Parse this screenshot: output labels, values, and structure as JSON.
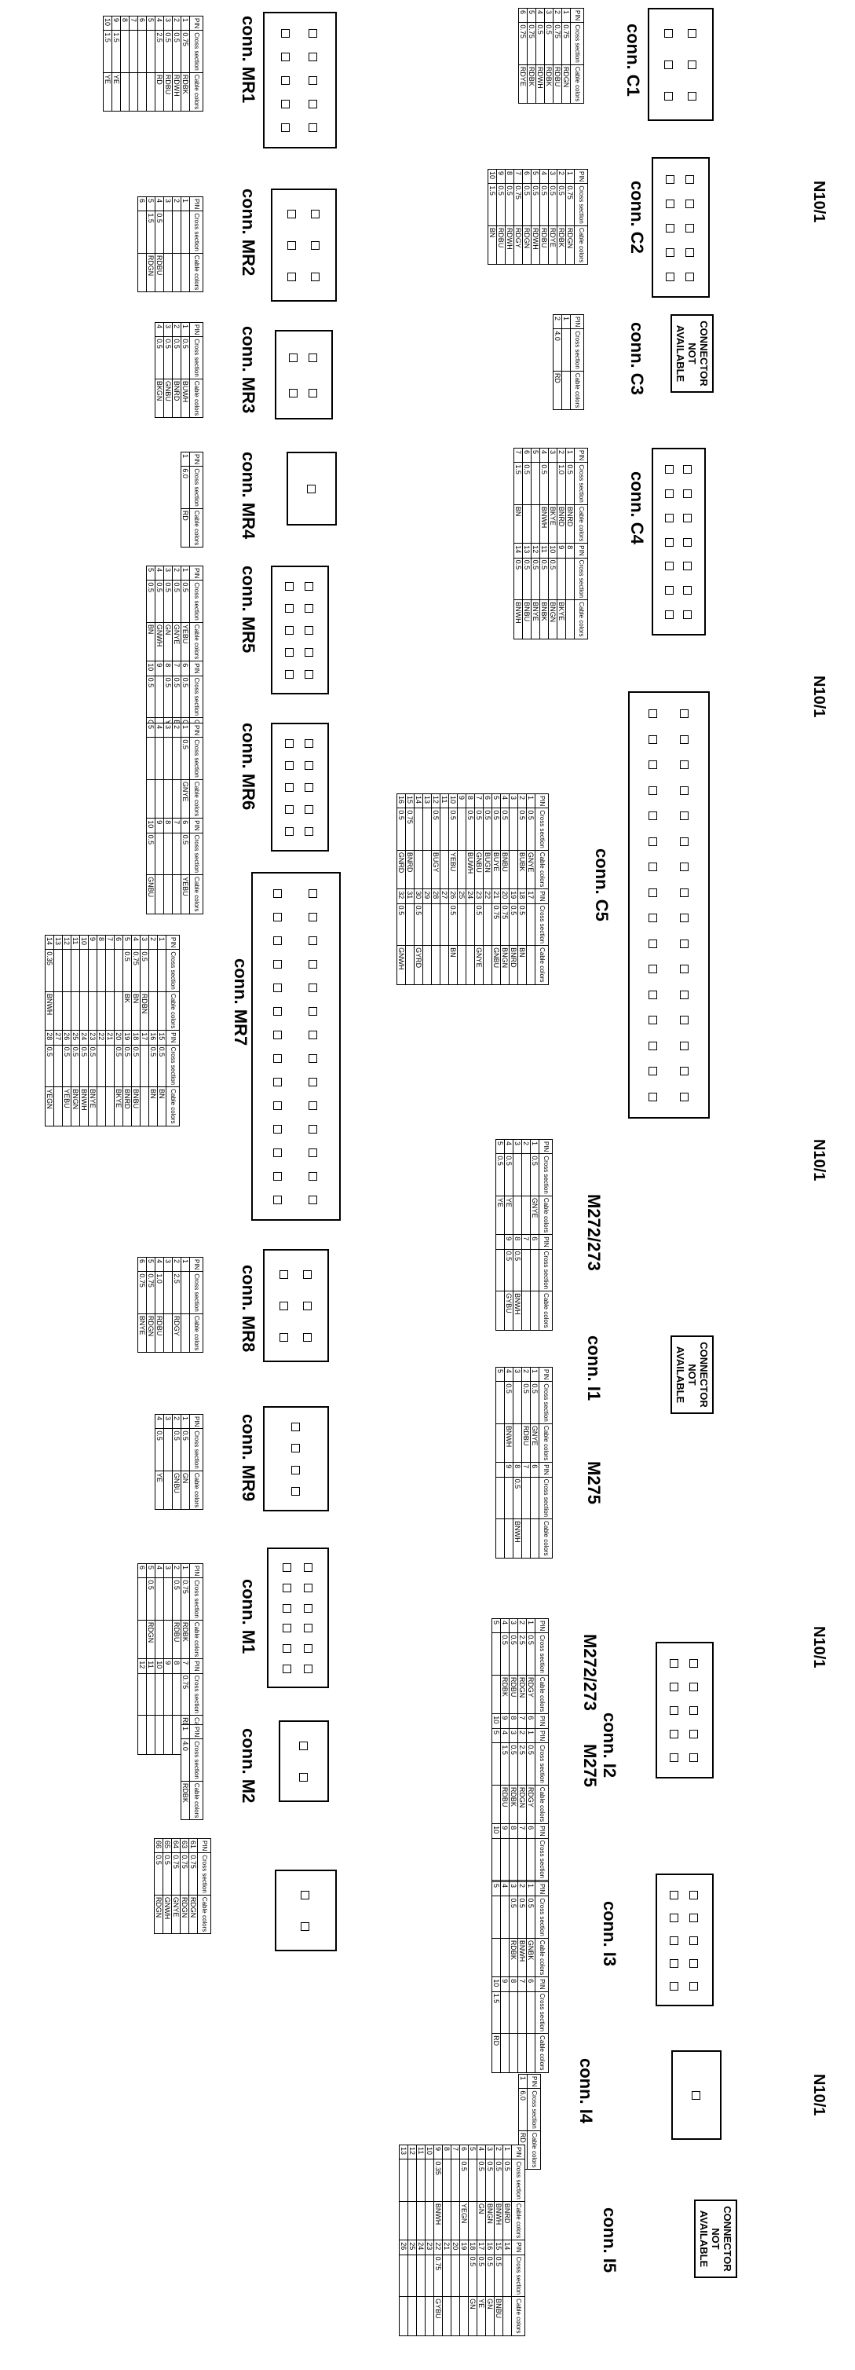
{
  "headers": {
    "pin": "PIN",
    "cross": "Cross section",
    "colors": "Cable colors"
  },
  "group_labels": [
    "N10/1",
    "N10/1",
    "N10/1",
    "N10/1",
    "N10/1"
  ],
  "not_available": "CONNECTOR NOT AVAILABLE",
  "variants": {
    "m272": "M272/273",
    "m275": "M275"
  },
  "connectors": [
    {
      "id": "c1",
      "name": "conn. C1",
      "rows": [
        [
          "1",
          "0.75",
          "RDGN"
        ],
        [
          "2",
          "0.75",
          "RDBU"
        ],
        [
          "3",
          "0.5",
          "RDBK"
        ],
        [
          "4",
          "0.5",
          "RDWH"
        ],
        [
          "5",
          "0.75",
          "RDBK"
        ],
        [
          "6",
          "0.75",
          "RDYE"
        ]
      ]
    },
    {
      "id": "c2",
      "name": "conn. C2",
      "rows": [
        [
          "1",
          "0.75",
          "RDGN"
        ],
        [
          "2",
          "0.5",
          "RDBK"
        ],
        [
          "3",
          "0.5",
          "RDYE"
        ],
        [
          "4",
          "0.5",
          "RDBU"
        ],
        [
          "5",
          "0.5",
          "RDWH"
        ],
        [
          "6",
          "0.5",
          "RDGN"
        ],
        [
          "7",
          "0.75",
          "RDGY"
        ],
        [
          "8",
          "0.5",
          "RDWH"
        ],
        [
          "9",
          "0.5",
          "RDBU"
        ],
        [
          "10",
          "1.5",
          "BN"
        ]
      ]
    },
    {
      "id": "c3",
      "name": "conn. C3",
      "rows": [
        [
          "1",
          "",
          ""
        ],
        [
          "2",
          "4.0",
          "RD"
        ]
      ]
    },
    {
      "id": "c4",
      "name": "conn. C4",
      "rows": [
        [
          "1",
          "0.5",
          "BNRD"
        ],
        [
          "2",
          "1.0",
          "BNRD"
        ],
        [
          "3",
          "",
          "BKYE"
        ],
        [
          "4",
          "0.5",
          "BNWH"
        ],
        [
          "5",
          "",
          ""
        ],
        [
          "6",
          "0.5",
          ""
        ],
        [
          "7",
          "1.5",
          "BN"
        ],
        [
          "8",
          "",
          ""
        ],
        [
          "9",
          "",
          "BKYE"
        ],
        [
          "10",
          "0.5",
          "BNGN"
        ],
        [
          "11",
          "0.5",
          "BNBK"
        ],
        [
          "12",
          "0.5",
          "BNYE"
        ],
        [
          "13",
          "0.5",
          "BNBU"
        ],
        [
          "14",
          "0.5",
          "BNWH"
        ]
      ]
    },
    {
      "id": "c5",
      "name": "conn. C5",
      "rows": [
        [
          "1",
          "0.5",
          "GNYE"
        ],
        [
          "2",
          "0.5",
          "BUBK"
        ],
        [
          "3",
          "",
          ""
        ],
        [
          "4",
          "0.5",
          "BNBU"
        ],
        [
          "5",
          "0.5",
          "BUYE"
        ],
        [
          "6",
          "0.5",
          "BUGN"
        ],
        [
          "7",
          "0.5",
          "GNBU"
        ],
        [
          "8",
          "0.5",
          "BUWH"
        ],
        [
          "9",
          "",
          ""
        ],
        [
          "10",
          "0.5",
          "YEBU"
        ],
        [
          "11",
          "",
          ""
        ],
        [
          "12",
          "0.5",
          "BUGY"
        ],
        [
          "13",
          "",
          ""
        ],
        [
          "14",
          "",
          ""
        ],
        [
          "15",
          "0.75",
          "BNRD"
        ],
        [
          "16",
          "0.5",
          "GNRD"
        ],
        [
          "17",
          "",
          ""
        ],
        [
          "18",
          "0.5",
          "BN"
        ],
        [
          "19",
          "0.5",
          "BNRD"
        ],
        [
          "20",
          "0.75",
          "BNGN"
        ],
        [
          "21",
          "0.75",
          "GNBU"
        ],
        [
          "22",
          "",
          ""
        ],
        [
          "23",
          "0.5",
          "GNYE"
        ],
        [
          "24",
          "",
          ""
        ],
        [
          "25",
          "",
          ""
        ],
        [
          "26",
          "0.5",
          "BN"
        ],
        [
          "27",
          "",
          ""
        ],
        [
          "28",
          "",
          ""
        ],
        [
          "29",
          "",
          ""
        ],
        [
          "30",
          "0.5",
          "GYRD"
        ],
        [
          "31",
          "",
          ""
        ],
        [
          "32",
          "0.5",
          "GNWH"
        ]
      ]
    },
    {
      "id": "mr1",
      "name": "conn. MR1",
      "rows": [
        [
          "1",
          "0.75",
          "RDBK"
        ],
        [
          "2",
          "0.5",
          "RDWH"
        ],
        [
          "3",
          "0.5",
          "RDBU"
        ],
        [
          "4",
          "2.5",
          "RD"
        ],
        [
          "5",
          "",
          ""
        ],
        [
          "6",
          "",
          ""
        ],
        [
          "7",
          "",
          ""
        ],
        [
          "8",
          "",
          ""
        ],
        [
          "9",
          "1.5",
          "YE"
        ],
        [
          "10",
          "1.5",
          "YE"
        ]
      ]
    },
    {
      "id": "mr2",
      "name": "conn. MR2",
      "rows": [
        [
          "1",
          "",
          ""
        ],
        [
          "2",
          "",
          ""
        ],
        [
          "3",
          "",
          ""
        ],
        [
          "4",
          "0.5",
          "RDBU"
        ],
        [
          "5",
          "1.5",
          "RDGN"
        ],
        [
          "6",
          "",
          ""
        ]
      ]
    },
    {
      "id": "mr3",
      "name": "conn. MR3",
      "rows": [
        [
          "1",
          "0.5",
          "BUWH"
        ],
        [
          "2",
          "0.5",
          "BNRD"
        ],
        [
          "3",
          "0.5",
          "GNBU"
        ],
        [
          "4",
          "0.5",
          "BKGN"
        ]
      ]
    },
    {
      "id": "mr4",
      "name": "conn. MR4",
      "rows": [
        [
          "1",
          "6.0",
          "RD"
        ]
      ]
    },
    {
      "id": "mr5",
      "name": "conn. MR5",
      "rows": [
        [
          "1",
          "0.5",
          "YEBU"
        ],
        [
          "2",
          "0.5",
          "GNYE"
        ],
        [
          "3",
          "0.5",
          "GN"
        ],
        [
          "4",
          "0.5",
          "GNWH"
        ],
        [
          "5",
          "0.5",
          "BN"
        ],
        [
          "6",
          "0.5",
          "GNRD"
        ],
        [
          "7",
          "0.5",
          "BUGY"
        ],
        [
          "8",
          "0.5",
          "YEGN"
        ],
        [
          "9",
          "",
          ""
        ],
        [
          "10",
          "0.5",
          "GNRD"
        ]
      ]
    },
    {
      "id": "mr6",
      "name": "conn. MR6",
      "rows": [
        [
          "1",
          "0.5",
          "GNYE"
        ],
        [
          "2",
          "",
          ""
        ],
        [
          "3",
          "",
          ""
        ],
        [
          "4",
          "",
          ""
        ],
        [
          "5",
          "",
          ""
        ],
        [
          "6",
          "0.5",
          "YEBU"
        ],
        [
          "7",
          "",
          ""
        ],
        [
          "8",
          "",
          ""
        ],
        [
          "9",
          "",
          ""
        ],
        [
          "10",
          "0.5",
          "GNBU"
        ]
      ]
    },
    {
      "id": "mr7",
      "name": "conn. MR7",
      "rows": [
        [
          "1",
          "",
          ""
        ],
        [
          "2",
          "",
          ""
        ],
        [
          "3",
          "0.5",
          "RDBN"
        ],
        [
          "4",
          "0.75",
          "BN"
        ],
        [
          "5",
          "0.5",
          "BK"
        ],
        [
          "6",
          "",
          ""
        ],
        [
          "7",
          "",
          ""
        ],
        [
          "8",
          "",
          ""
        ],
        [
          "9",
          "",
          ""
        ],
        [
          "10",
          "",
          ""
        ],
        [
          "11",
          "",
          ""
        ],
        [
          "12",
          "",
          ""
        ],
        [
          "13",
          "",
          ""
        ],
        [
          "14",
          "0.35",
          "BNWH"
        ],
        [
          "15",
          "0.5",
          "BN"
        ],
        [
          "16",
          "0.5",
          "BN"
        ],
        [
          "17",
          "",
          ""
        ],
        [
          "18",
          "0.5",
          "BNBU"
        ],
        [
          "19",
          "0.5",
          "BNRD"
        ],
        [
          "20",
          "0.5",
          "BKYE"
        ],
        [
          "21",
          "",
          ""
        ],
        [
          "22",
          "",
          ""
        ],
        [
          "23",
          "0.5",
          "BNYE"
        ],
        [
          "24",
          "0.5",
          "BNWH"
        ],
        [
          "25",
          "0.5",
          "BNGN"
        ],
        [
          "26",
          "0.5",
          "YEBU"
        ],
        [
          "27",
          "",
          ""
        ],
        [
          "28",
          "0.5",
          "YEGN"
        ]
      ]
    },
    {
      "id": "mr8",
      "name": "conn. MR8",
      "rows": [
        [
          "1",
          "",
          ""
        ],
        [
          "2",
          "2.5",
          "RDGY"
        ],
        [
          "3",
          "",
          ""
        ],
        [
          "4",
          "1.0",
          "RDBU"
        ],
        [
          "5",
          "0.75",
          "RDGN"
        ],
        [
          "6",
          "0.75",
          "BNYE"
        ]
      ]
    },
    {
      "id": "mr9",
      "name": "conn. MR9",
      "rows": [
        [
          "1",
          "0.5",
          "GN"
        ],
        [
          "2",
          "0.5",
          "GNBU"
        ],
        [
          "3",
          "",
          ""
        ],
        [
          "4",
          "0.5",
          "YE"
        ]
      ]
    },
    {
      "id": "m1",
      "name": "conn. M1",
      "rows": [
        [
          "1",
          "0.75",
          "RDBK"
        ],
        [
          "2",
          "0.5",
          "RDBU"
        ],
        [
          "3",
          "",
          ""
        ],
        [
          "4",
          "",
          ""
        ],
        [
          "5",
          "0.5",
          "RDGN"
        ],
        [
          "6",
          "",
          ""
        ],
        [
          "7",
          "0.75",
          "RDBU"
        ],
        [
          "8",
          "",
          ""
        ],
        [
          "9",
          "",
          ""
        ],
        [
          "10",
          "",
          ""
        ],
        [
          "11",
          "",
          ""
        ],
        [
          "12",
          "",
          ""
        ]
      ]
    },
    {
      "id": "m2",
      "name": "conn. M2",
      "rows": [
        [
          "1",
          "4.0",
          "RDBK"
        ]
      ]
    },
    {
      "id": "m3",
      "name": "",
      "rows": [
        [
          "61",
          "0.75",
          "RDGN"
        ],
        [
          "63",
          "0.75",
          "RDGN"
        ],
        [
          "64",
          "0.75",
          "GNYE"
        ],
        [
          "65",
          "0.5",
          "GNWH"
        ],
        [
          "66",
          "0.5",
          "RDGN"
        ]
      ]
    },
    {
      "id": "i1",
      "name": "conn. I1",
      "rows": [
        [
          "1",
          "0.5",
          "GNYE"
        ],
        [
          "2",
          "",
          ""
        ],
        [
          "3",
          "",
          ""
        ],
        [
          "4",
          "0.5",
          "YE"
        ],
        [
          "5",
          "0.5",
          "YE"
        ],
        [
          "6",
          "",
          ""
        ],
        [
          "7",
          "",
          ""
        ],
        [
          "8",
          "0.5",
          "BNWH"
        ],
        [
          "9",
          "0.5",
          "GYBU"
        ]
      ]
    },
    {
      "id": "i1b",
      "name": "",
      "rows": [
        [
          "1",
          "0.5",
          "GNYE"
        ],
        [
          "2",
          "0.5",
          "RDBU"
        ],
        [
          "3",
          "",
          ""
        ],
        [
          "4",
          "0.5",
          "BNWH"
        ],
        [
          "5",
          "",
          ""
        ],
        [
          "6",
          "",
          ""
        ],
        [
          "7",
          "",
          ""
        ],
        [
          "8",
          "0.5",
          "BNWH"
        ],
        [
          "9",
          "",
          ""
        ]
      ]
    },
    {
      "id": "i2",
      "name": "conn. I2",
      "rows": [
        [
          "1",
          "0.5",
          "RDGY"
        ],
        [
          "2",
          "2.5",
          "RDGN"
        ],
        [
          "3",
          "0.5",
          "RDBU"
        ],
        [
          "4",
          "0.5",
          "RDBK"
        ],
        [
          "5",
          "",
          ""
        ],
        [
          "6",
          "0.5",
          "BNWH"
        ],
        [
          "7",
          "",
          ""
        ],
        [
          "8",
          "",
          ""
        ],
        [
          "9",
          "",
          ""
        ],
        [
          "10",
          "1.0",
          "RD"
        ]
      ]
    },
    {
      "id": "i2b",
      "name": "",
      "rows": [
        [
          "1",
          "0.5",
          "RDGY"
        ],
        [
          "2",
          "2.5",
          "RDGN"
        ],
        [
          "3",
          "0.5",
          "RDBK"
        ],
        [
          "4",
          "1.5",
          "RDBU"
        ],
        [
          "5",
          "",
          ""
        ],
        [
          "6",
          "",
          ""
        ],
        [
          "7",
          "",
          ""
        ],
        [
          "8",
          "",
          ""
        ],
        [
          "9",
          "",
          ""
        ],
        [
          "10",
          "",
          ""
        ]
      ]
    },
    {
      "id": "i3",
      "name": "conn. I3",
      "rows": [
        [
          "1",
          "0.5",
          "GNBK"
        ],
        [
          "2",
          "0.5",
          "BNWH"
        ],
        [
          "3",
          "0.5",
          "RDBK"
        ],
        [
          "4",
          "",
          ""
        ],
        [
          "5",
          "",
          ""
        ],
        [
          "6",
          "",
          ""
        ],
        [
          "7",
          "",
          ""
        ],
        [
          "8",
          "",
          ""
        ],
        [
          "9",
          "",
          ""
        ],
        [
          "10",
          "1.5",
          "RD"
        ]
      ]
    },
    {
      "id": "i4",
      "name": "conn. I4",
      "rows": [
        [
          "1",
          "6.0",
          "RD"
        ]
      ]
    },
    {
      "id": "i5",
      "name": "conn. I5",
      "rows": [
        [
          "1",
          "0.5",
          "BNRD"
        ],
        [
          "2",
          "0.5",
          "BNWH"
        ],
        [
          "3",
          "0.5",
          "BNGN"
        ],
        [
          "4",
          "0.5",
          "GN"
        ],
        [
          "5",
          "",
          ""
        ],
        [
          "6",
          "0.5",
          "YEGN"
        ],
        [
          "7",
          "",
          ""
        ],
        [
          "8",
          "",
          ""
        ],
        [
          "9",
          "0.35",
          "BNWH"
        ],
        [
          "10",
          "",
          ""
        ],
        [
          "11",
          "",
          ""
        ],
        [
          "12",
          "",
          ""
        ],
        [
          "13",
          "",
          ""
        ],
        [
          "14",
          "",
          ""
        ],
        [
          "15",
          "0.5",
          "BNBU"
        ],
        [
          "16",
          "0.5",
          "GN"
        ],
        [
          "17",
          "0.5",
          "YE"
        ],
        [
          "18",
          "0.5",
          "GN"
        ],
        [
          "19",
          "",
          ""
        ],
        [
          "20",
          "",
          ""
        ],
        [
          "21",
          "",
          ""
        ],
        [
          "22",
          "0.75",
          "GYBU"
        ],
        [
          "23",
          "",
          ""
        ],
        [
          "24",
          "",
          ""
        ],
        [
          "25",
          "",
          ""
        ],
        [
          "26",
          "",
          ""
        ]
      ]
    }
  ]
}
